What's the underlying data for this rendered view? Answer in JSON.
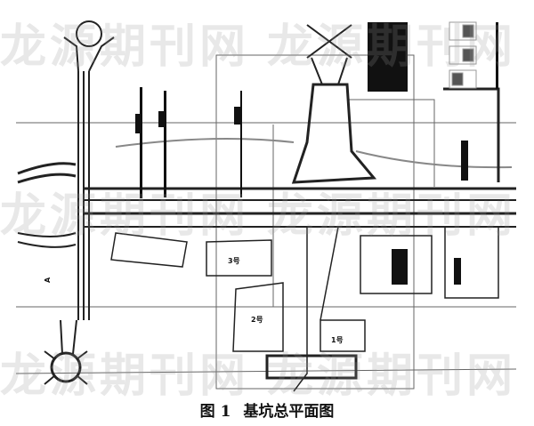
{
  "figure": {
    "number": "图 1",
    "title": "基坑总平面图",
    "watermark": "龙源期刊网",
    "section_marker": "A",
    "zone_labels": [
      "3号",
      "2号",
      "1号"
    ]
  }
}
